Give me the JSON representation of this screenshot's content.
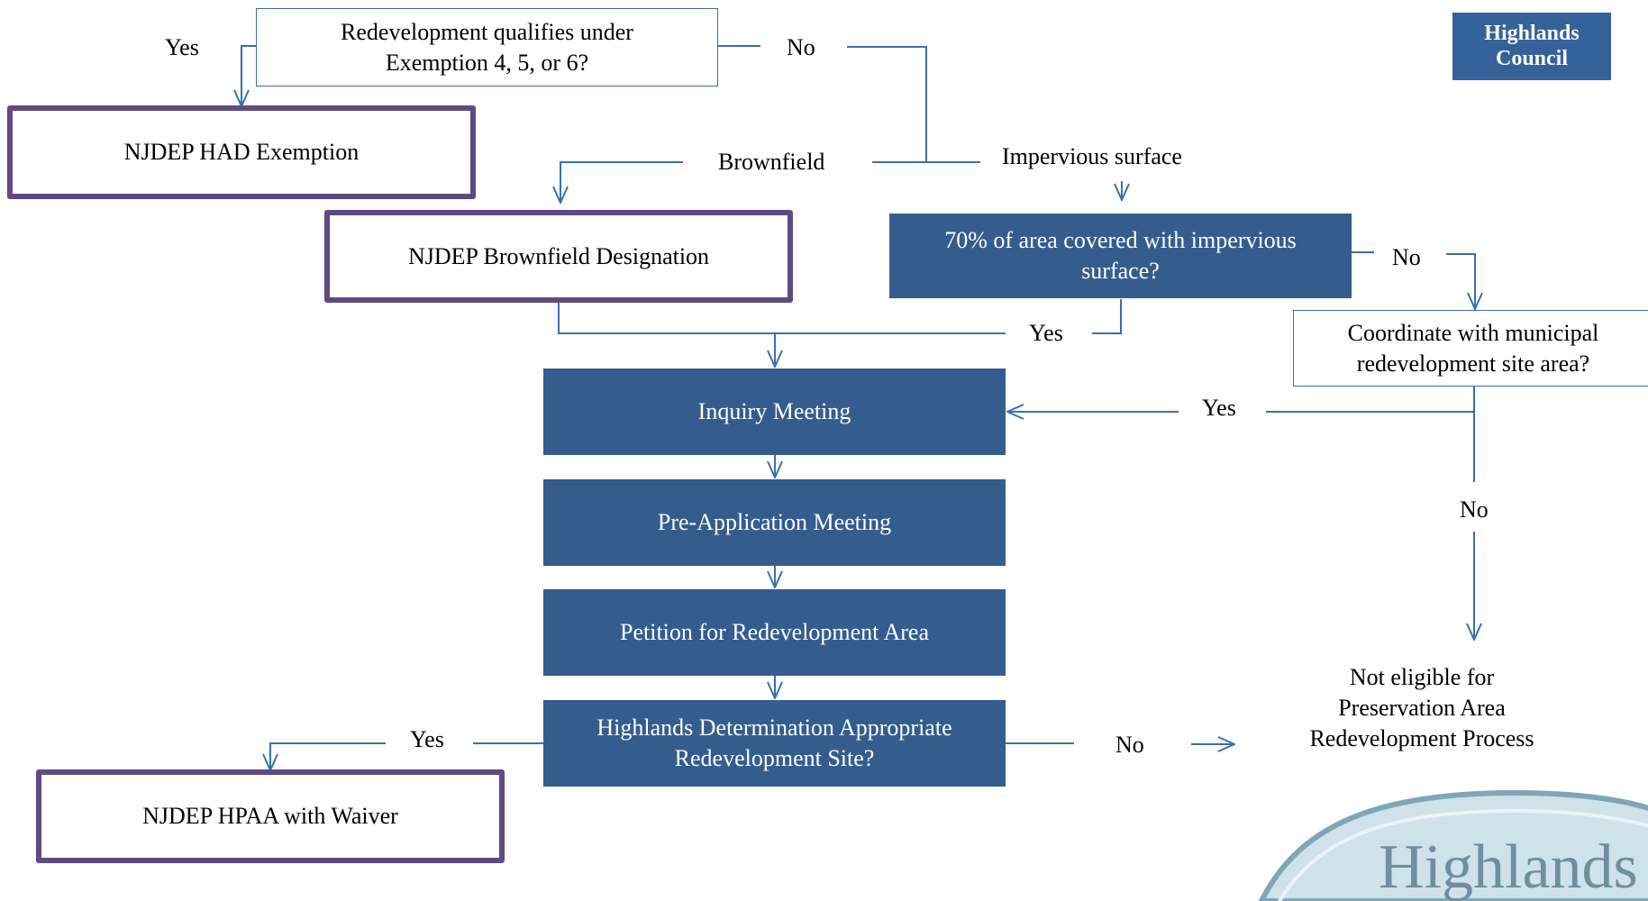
{
  "logo": {
    "line1": "Highlands",
    "line2": "Council"
  },
  "nodes": {
    "exemption_question": {
      "line1": "Redevelopment qualifies under",
      "line2": "Exemption 4, 5, or 6?"
    },
    "had_exemption": "NJDEP HAD Exemption",
    "brownfield_designation": "NJDEP Brownfield Designation",
    "impervious_question": {
      "line1": "70% of area  covered with impervious",
      "line2": "surface?"
    },
    "coordinate_question": {
      "line1": "Coordinate with municipal",
      "line2": "redevelopment site area?"
    },
    "inquiry_meeting": "Inquiry Meeting",
    "pre_application_meeting": "Pre-Application Meeting",
    "petition": "Petition for Redevelopment Area",
    "determination_question": {
      "line1": "Highlands Determination Appropriate",
      "line2": "Redevelopment  Site?"
    },
    "hpaa_waiver": "NJDEP HPAA with Waiver",
    "not_eligible": {
      "line1": "Not eligible for",
      "line2": "Preservation Area",
      "line3": "Redevelopment Process"
    }
  },
  "edge_labels": {
    "exemption_yes": "Yes",
    "exemption_no": "No",
    "brownfield": "Brownfield",
    "impervious_surface": "Impervious surface",
    "impervious_yes": "Yes",
    "impervious_no": "No",
    "coordinate_yes": "Yes",
    "coordinate_no": "No",
    "determination_yes": "Yes",
    "determination_no": "No"
  },
  "watermark": {
    "text": "Highlands"
  },
  "colors": {
    "connector": "#3a6fb0",
    "filled_box": "#345d8e",
    "purple_border": "#5f4a82",
    "logo": "#36629a"
  }
}
